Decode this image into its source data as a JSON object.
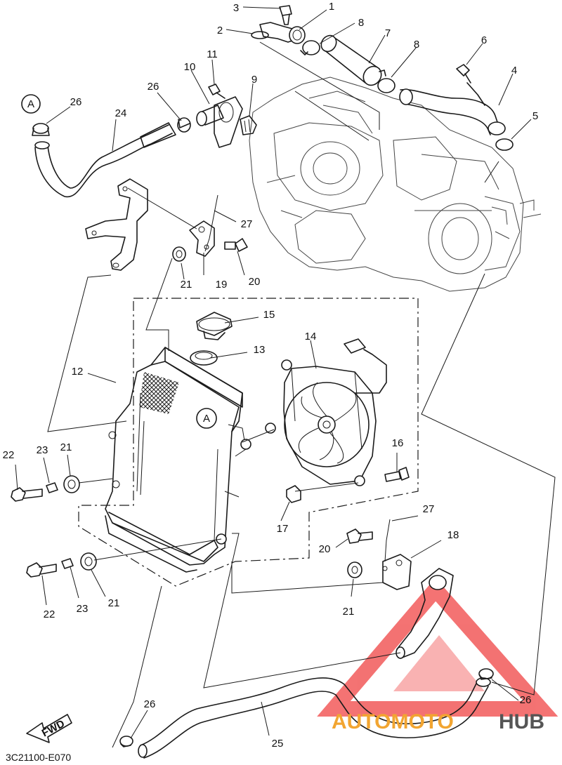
{
  "diagram_code": "3C21100-E070",
  "fwd_label": "FWD",
  "ref_marker": "A",
  "watermark": {
    "text_auto": "AUTOMOTO",
    "text_hub": "HUB",
    "color_auto": "#f2a531",
    "color_hub": "#555555",
    "triangle_color": "#f25a5a"
  },
  "callouts": {
    "n1": "1",
    "n2": "2",
    "n3": "3",
    "n4": "4",
    "n5": "5",
    "n6": "6",
    "n7": "7",
    "n8a": "8",
    "n8b": "8",
    "n9": "9",
    "n10": "10",
    "n11": "11",
    "n12": "12",
    "n13": "13",
    "n14": "14",
    "n15": "15",
    "n16": "16",
    "n17": "17",
    "n18": "18",
    "n19": "19",
    "n20a": "20",
    "n20b": "20",
    "n21a": "21",
    "n21b": "21",
    "n21c": "21",
    "n21d": "21",
    "n22a": "22",
    "n22b": "22",
    "n23a": "23",
    "n23b": "23",
    "n24": "24",
    "n25": "25",
    "n26a": "26",
    "n26b": "26",
    "n26c": "26",
    "n26d": "26",
    "n27a": "27",
    "n27b": "27"
  }
}
